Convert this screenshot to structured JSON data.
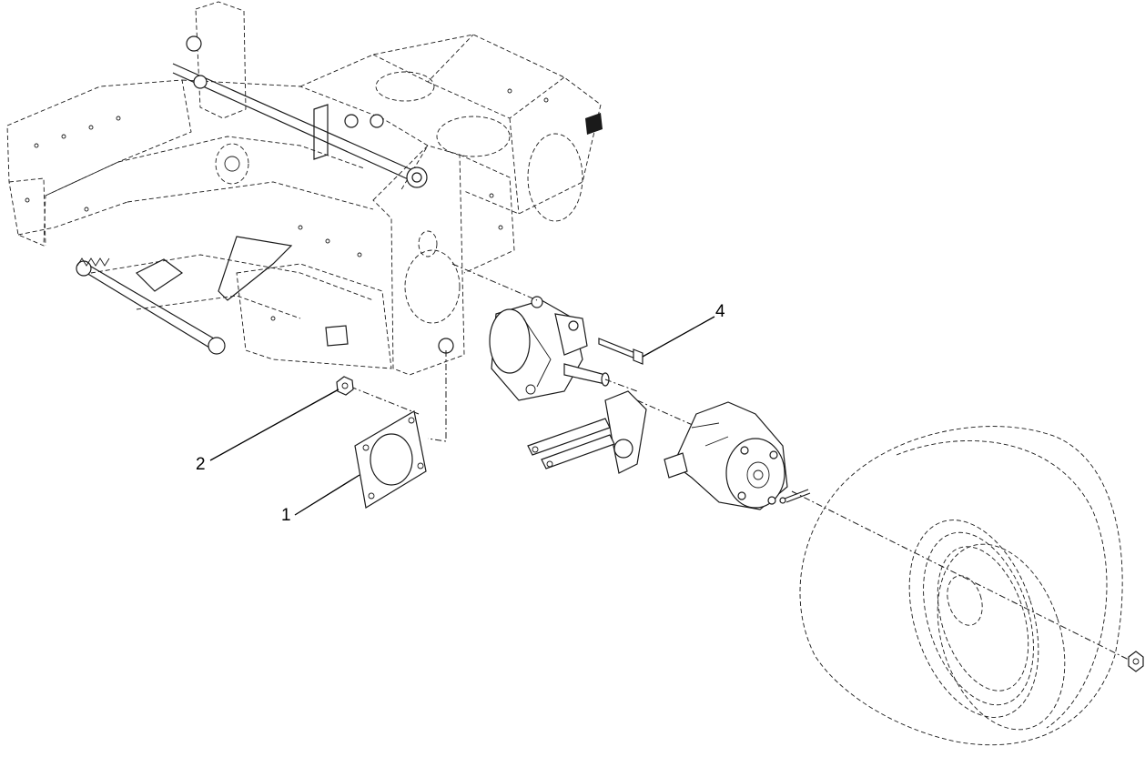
{
  "diagram": {
    "callouts": [
      {
        "id": "1",
        "label": "1"
      },
      {
        "id": "2",
        "label": "2"
      },
      {
        "id": "4",
        "label": "4"
      }
    ]
  }
}
